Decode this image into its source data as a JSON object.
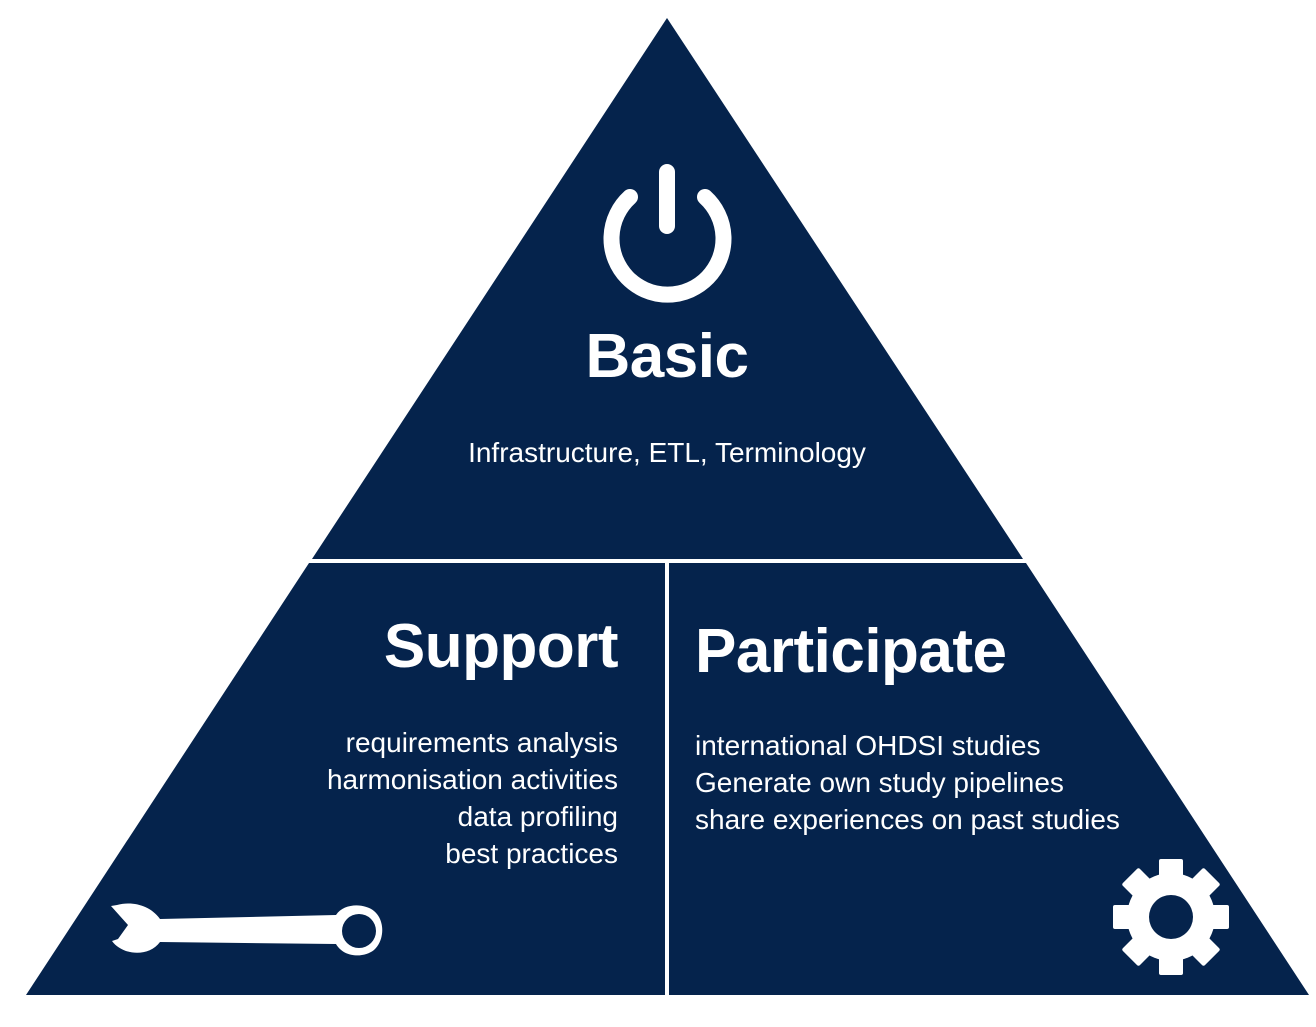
{
  "colors": {
    "fill": "#05234c",
    "stroke": "#ffffff",
    "text": "#ffffff"
  },
  "basic": {
    "icon": "power-icon",
    "title": "Basic",
    "subtitle": "Infrastructure, ETL, Terminology"
  },
  "support": {
    "icon": "wrench-icon",
    "title": "Support",
    "items": [
      "requirements analysis",
      "harmonisation activities",
      "data profiling",
      "best practices"
    ]
  },
  "participate": {
    "icon": "gear-icon",
    "title": "Participate",
    "items": [
      "international OHDSI studies",
      "Generate own study pipelines",
      "share experiences on past studies"
    ]
  }
}
